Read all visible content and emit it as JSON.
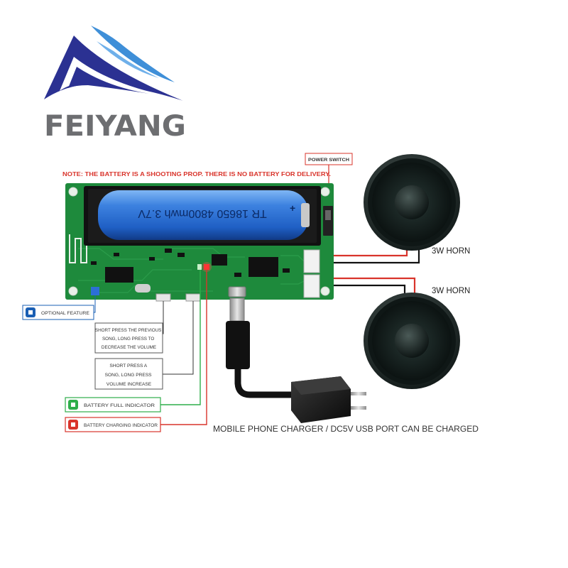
{
  "logo": {
    "text": "FEIYANG",
    "colors": {
      "navy": "#2b3192",
      "light_blue": "#3f8fd8",
      "text_grey": "#6d6e71"
    }
  },
  "note": "NOTE: THE BATTERY IS A SHOOTING PROP. THERE IS NO BATTERY FOR DELIVERY.",
  "battery_text": "TR 18650 4800mwh 3.7V",
  "labels": {
    "power_switch": "POWER SWITCH",
    "horn_top": "3W HORN",
    "horn_bottom": "3W HORN",
    "optional_feature": "OPTIONAL FEATURE",
    "prev_song": [
      "SHORT PRESS THE PREVIOUS",
      "SONG, LONG PRESS TO",
      "DECREASE THE VOLUME"
    ],
    "next_song": [
      "SHORT PRESS A",
      "SONG, LONG PRESS",
      "VOLUME INCREASE"
    ],
    "battery_full": "BATTERY FULL INDICATOR",
    "battery_charging": "BATTERY CHARGING INDICATOR",
    "charger": "MOBILE PHONE CHARGER / DC5V USB PORT CAN BE CHARGED"
  },
  "colors": {
    "note_red": "#d9342b",
    "pcb_green": "#1e8a3c",
    "indicator_green": "#2eae4a",
    "indicator_red": "#d9342b",
    "optional_blue": "#1a5fb4",
    "battery_blue": "#2a6fd1"
  }
}
